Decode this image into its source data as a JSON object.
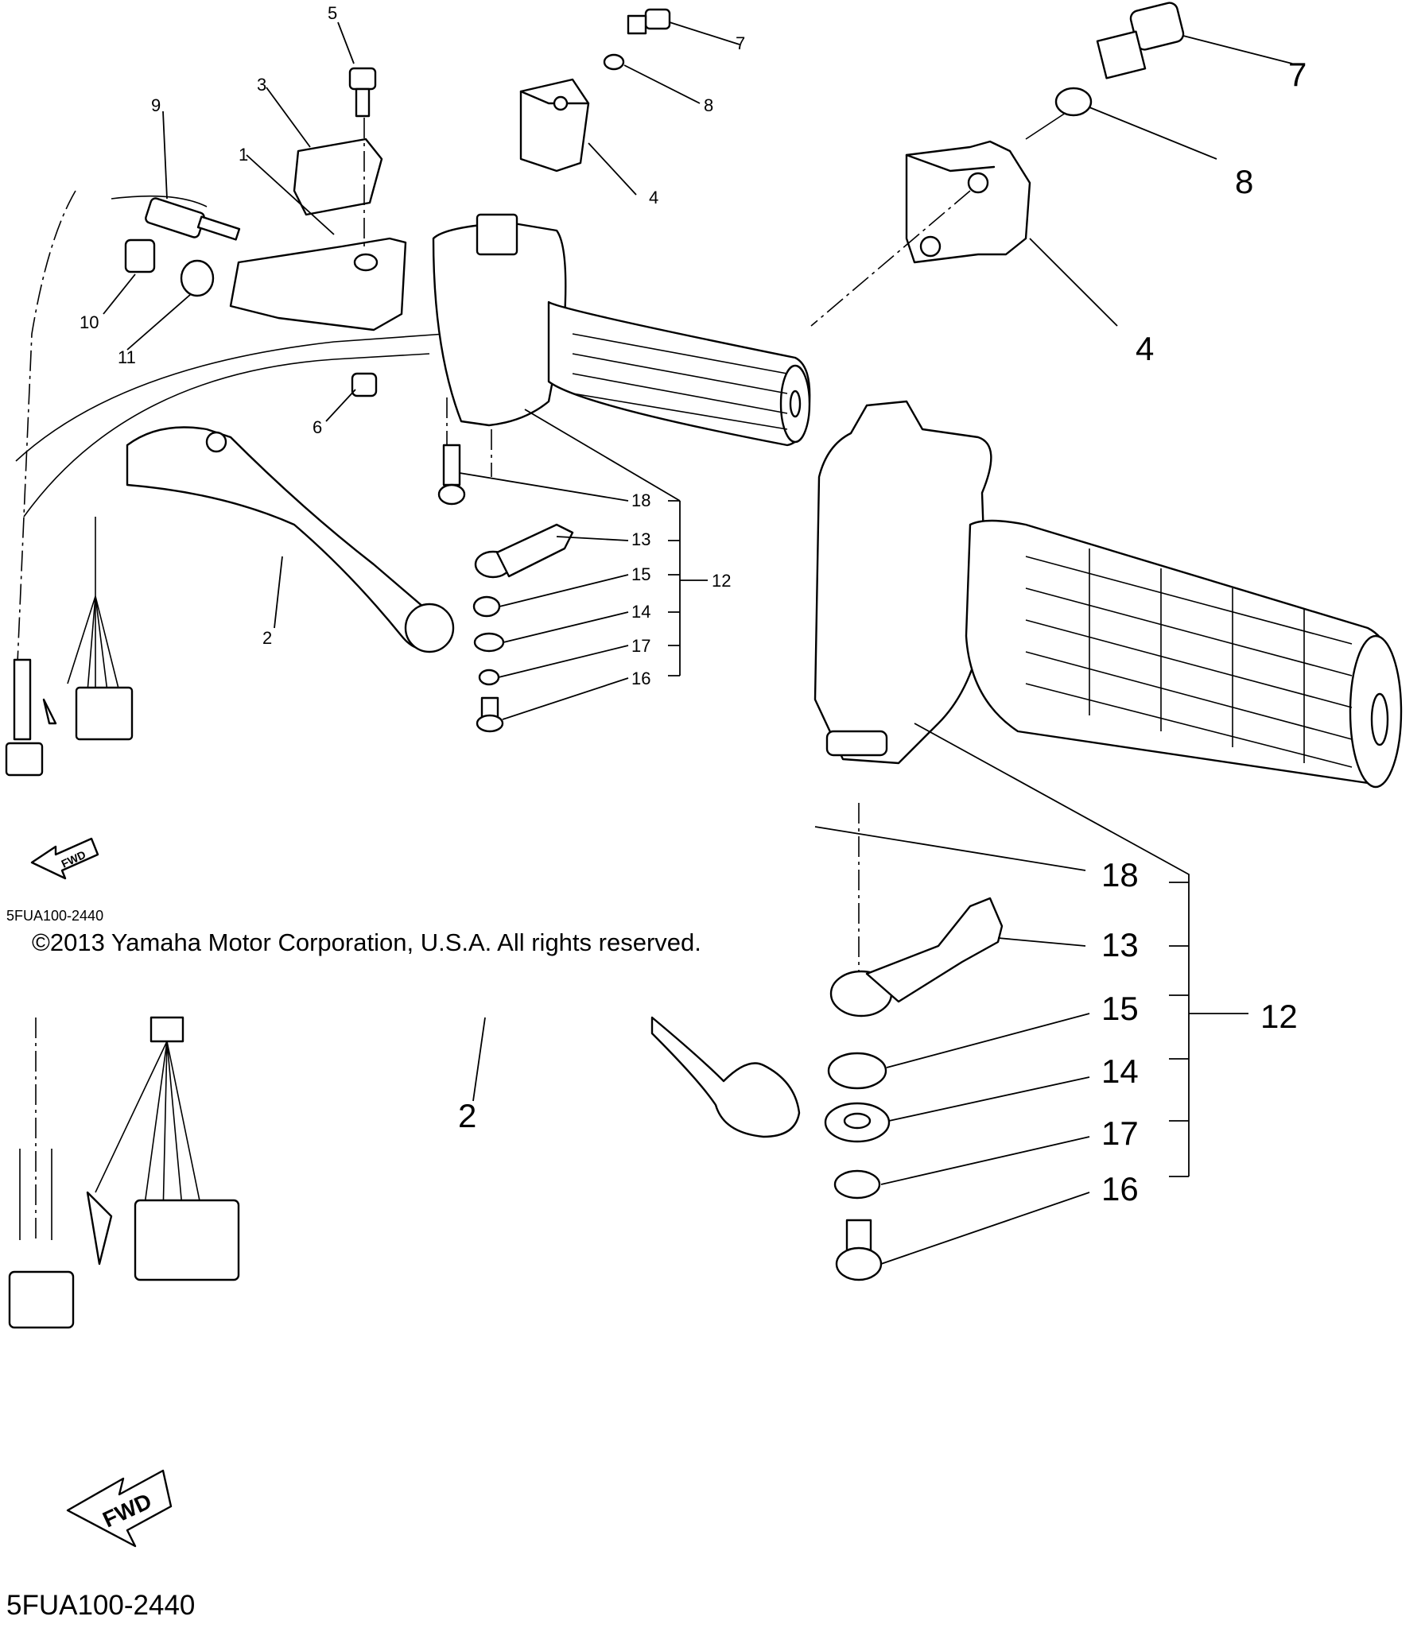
{
  "diagram": {
    "copyright": "©2013 Yamaha Motor Corporation, U.S.A. All rights reserved.",
    "drawing_code": "5FUA100-2440",
    "fwd_label": "FWD",
    "callouts": [
      "1",
      "2",
      "3",
      "4",
      "5",
      "6",
      "7",
      "8",
      "9",
      "10",
      "11",
      "12",
      "13",
      "14",
      "15",
      "16",
      "17",
      "18"
    ]
  }
}
